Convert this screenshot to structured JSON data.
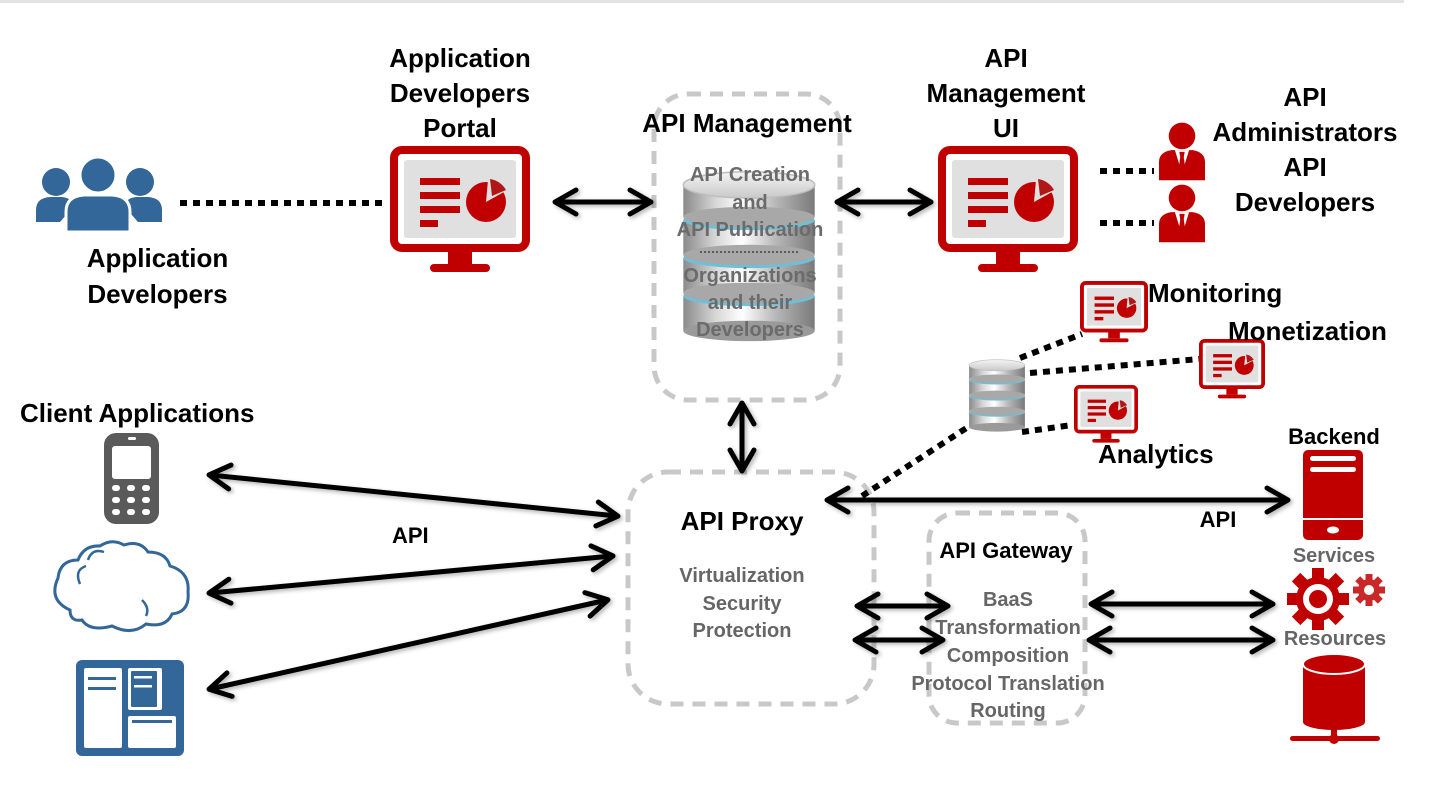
{
  "colors": {
    "brand_red": "#c00000",
    "people_blue": "#336699",
    "phone_grey": "#5a5a5a",
    "dashed_box": "#c8c8c8",
    "screen_bg": "#e0e0e0",
    "sub_text": "#666666"
  },
  "nodes": {
    "app_developers": {
      "label": "Application\nDevelopers",
      "icon": "users-group-icon"
    },
    "dev_portal": {
      "label": "Application\nDevelopers\nPortal",
      "icon": "monitor-dashboard-icon"
    },
    "api_management": {
      "title": "API Management",
      "icon": "database-icon",
      "items": [
        "API Creation",
        "and",
        "API Publication",
        "Organizations",
        "and their",
        "Developers"
      ]
    },
    "mgmt_ui": {
      "label": "API\nManagement\nUI",
      "icon": "monitor-dashboard-icon"
    },
    "api_admins": {
      "label": "API\nAdministrators",
      "icon": "businessman-icon"
    },
    "api_devs": {
      "label": "API\nDevelopers",
      "icon": "businessman-icon"
    },
    "monitoring": {
      "label": "Monitoring",
      "icon": "monitor-dashboard-icon"
    },
    "monetization": {
      "label": "Monetization",
      "icon": "monitor-dashboard-icon"
    },
    "analytics": {
      "label": "Analytics",
      "icon": "monitor-dashboard-icon"
    },
    "analytics_db": {
      "icon": "database-icon"
    },
    "client_apps": {
      "label": "Client Applications",
      "icons": [
        "mobile-phone-icon",
        "cloud-icon",
        "web-app-icon"
      ]
    },
    "api_proxy": {
      "title": "API Proxy",
      "items": [
        "Virtualization",
        "Security",
        "Protection"
      ]
    },
    "api_gateway": {
      "title": "API Gateway",
      "items": [
        "BaaS",
        "Transformation",
        "Composition",
        "Protocol Translation",
        "Routing"
      ]
    },
    "backend": {
      "label": "Backend",
      "icon": "server-icon"
    },
    "services": {
      "label": "Services",
      "icon": "gears-icon"
    },
    "resources": {
      "label": "Resources",
      "icon": "network-database-icon"
    }
  },
  "edge_labels": {
    "client_api": "API",
    "backend_api": "API"
  }
}
